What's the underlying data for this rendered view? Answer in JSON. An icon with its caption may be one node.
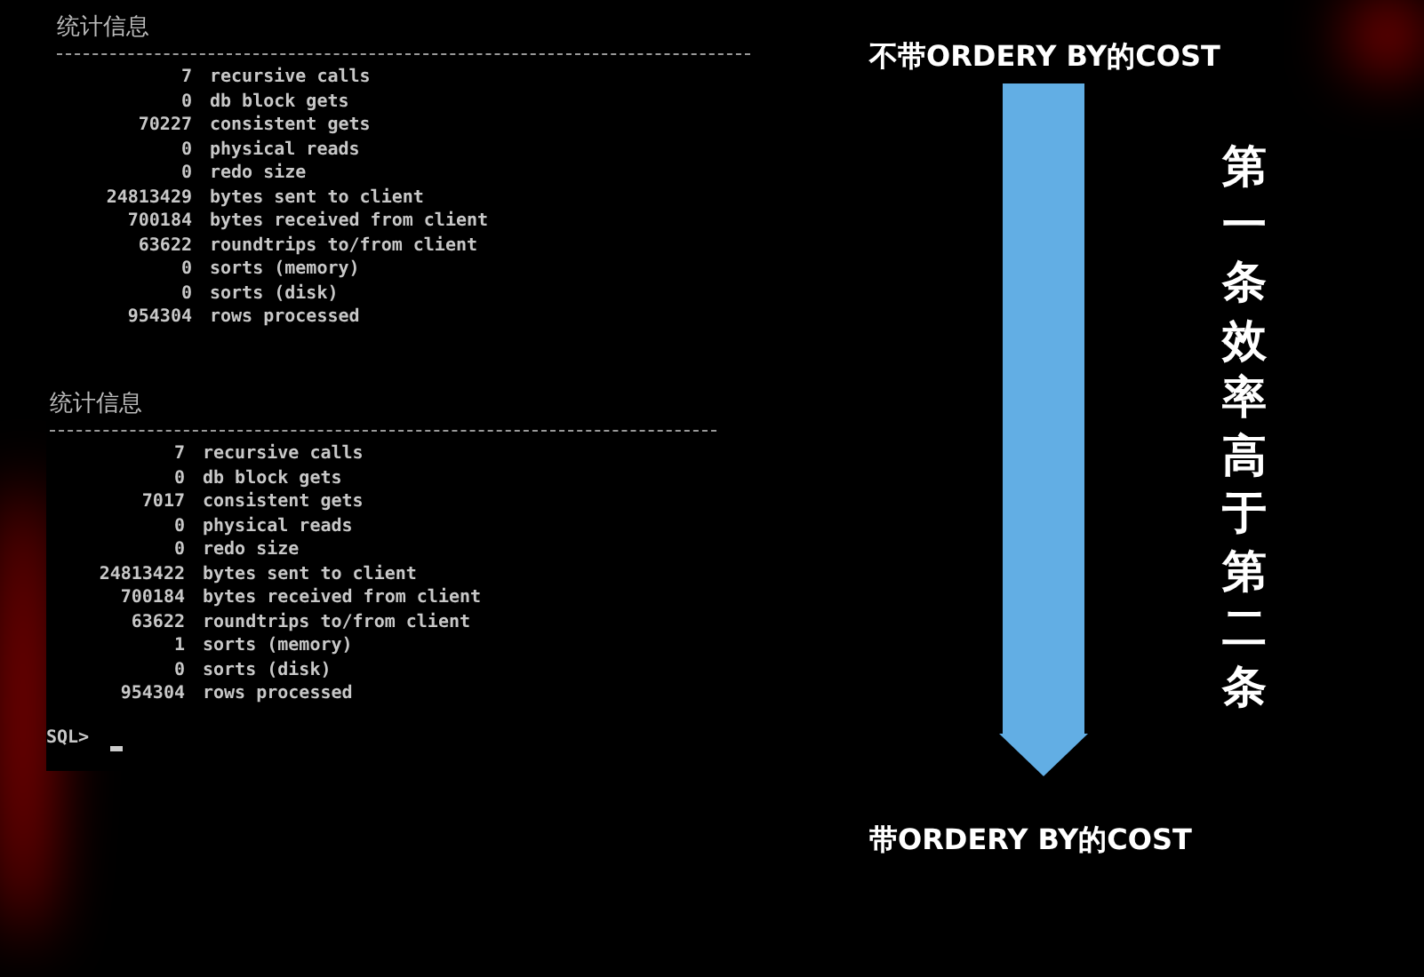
{
  "diagram": {
    "nodes": [
      {
        "text": [
          "不带ORDERY BY的COST"
        ]
      },
      {
        "text": [
          "带ORDERY BY的COST"
        ]
      }
    ],
    "edges": [
      {
        "from": 0,
        "to": 1,
        "arrow": "to"
      }
    ],
    "labels": [
      "统计信息",
      "7",
      "recursive calls",
      "0",
      "db block gets",
      "70227",
      "consistent gets",
      "0",
      "physical reads",
      "0",
      "redo size",
      "24813429",
      "bytes sent to client",
      "700184",
      "bytes received from client",
      "63622",
      "roundtrips to/from client",
      "0",
      "sorts (memory)",
      "0",
      "sorts (disk)",
      "954304",
      "rows processed",
      "统计信息",
      "7",
      "recursive calls",
      "0",
      "db block gets",
      "7017",
      "consistent gets",
      "0",
      "physical reads",
      "0",
      "redo size",
      "24813422",
      "bytes sent to client",
      "700184",
      "bytes received from client",
      "63622",
      "roundtrips to/from client",
      "1",
      "sorts (memory)",
      "0",
      "sorts (disk)",
      "954304",
      "rows processed",
      "SQL>",
      "第一条效率高于第二条"
    ]
  }
}
